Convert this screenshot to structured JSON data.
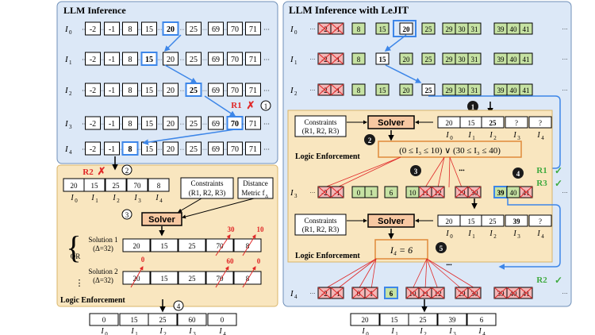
{
  "left_title": "LLM Inference",
  "right_title": "LLM Inference with LeJIT",
  "row_labels": [
    "I",
    "0",
    "I",
    "1",
    "I",
    "2",
    "I",
    "3",
    "I",
    "4"
  ],
  "cell_values": [
    "-2",
    "-1",
    "8",
    "15",
    "20",
    "25",
    "69",
    "70",
    "71"
  ],
  "right_cells": [
    "-2",
    "-1",
    "8",
    "15",
    "20",
    "25",
    "29",
    "30",
    "31",
    "39",
    "40",
    "41"
  ],
  "dots": "⋯",
  "r1_label": "R1",
  "r2_label": "R2",
  "r3_label": "R3",
  "check": "✓",
  "cross": "✗",
  "step_nums": [
    "1",
    "2",
    "3",
    "4",
    "5"
  ],
  "left_table_values": [
    "20",
    "15",
    "25",
    "70",
    "8"
  ],
  "axis_labels": [
    "I",
    "0",
    "I",
    "1",
    "I",
    "2",
    "I",
    "3",
    "I",
    "4"
  ],
  "constraints_label": [
    "Constraints",
    "(R1, R2, R3)"
  ],
  "distance_label": [
    "Distance",
    "Metric f",
    "Δ"
  ],
  "solver_label": "Solver",
  "solution1": [
    "Solution 1",
    "(Δ=32)"
  ],
  "solution2": [
    "Solution 2",
    "(Δ=32)"
  ],
  "or_label": "OR",
  "sol1_values": [
    "20",
    "15",
    "25",
    "70",
    "8"
  ],
  "sol2_values": [
    "20",
    "15",
    "25",
    "70",
    "8"
  ],
  "sol1_new": [
    "30",
    "10"
  ],
  "sol2_new": [
    "0",
    "60",
    "0"
  ],
  "vdots": "⋮",
  "logic_enforcement": "Logic Enforcement",
  "left_result": [
    "0",
    "15",
    "25",
    "60",
    "0"
  ],
  "right_table1": [
    "20",
    "15",
    "25",
    "?",
    "?"
  ],
  "formula": "(0 ≤ I₃ ≤ 10) ∨ (30 ≤ I₃ ≤ 40)",
  "right_row3": [
    "-2",
    "-1",
    "0",
    "1",
    "6",
    "10",
    "11",
    "12",
    "29",
    "30",
    "39",
    "40",
    "41"
  ],
  "right_table2": [
    "20",
    "15",
    "25",
    "39",
    "?"
  ],
  "i4_eq": "I₄ = 6",
  "right_row4": [
    "-2",
    "-1",
    "0",
    "1",
    "6",
    "10",
    "11",
    "12",
    "29",
    "30",
    "39",
    "40",
    "41"
  ],
  "right_result": [
    "20",
    "15",
    "25",
    "39",
    "6"
  ],
  "colors": {
    "left_panel": "#dce8f7",
    "right_panel": "#dce8f7",
    "panel_border": "#6f8fb8",
    "yellow_panel": "#f9e6bf",
    "green": "#c6e2a3",
    "red": "#f4b6b6",
    "solver": "#f7c8a2",
    "blue": "#3d86e8",
    "check_green": "#3faa3f",
    "red_text": "#e02828"
  }
}
